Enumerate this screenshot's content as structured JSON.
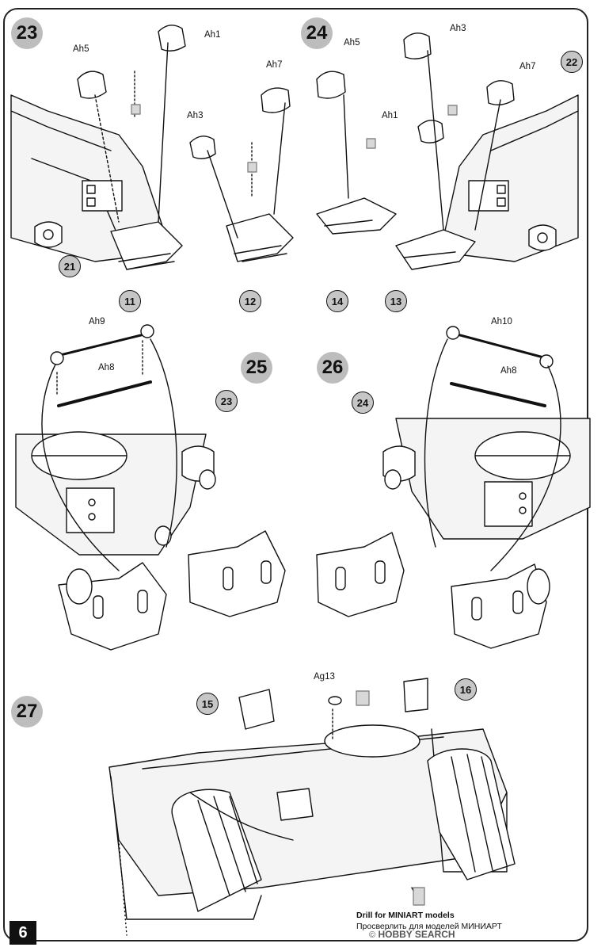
{
  "page_number": "6",
  "steps": [
    "23",
    "24",
    "25",
    "26",
    "27"
  ],
  "step23": {
    "part_labels": [
      "Ah1",
      "Ah5",
      "Ah7",
      "Ah3"
    ],
    "callouts": [
      "21",
      "11",
      "12"
    ]
  },
  "step24": {
    "part_labels": [
      "Ah3",
      "Ah5",
      "Ah7",
      "Ah1"
    ],
    "callouts": [
      "22",
      "14",
      "13"
    ]
  },
  "step25": {
    "part_labels": [
      "Ah9",
      "Ah8"
    ],
    "callouts": [
      "23"
    ]
  },
  "step26": {
    "part_labels": [
      "Ah10",
      "Ah8"
    ],
    "callouts": [
      "24"
    ]
  },
  "step27": {
    "part_labels": [
      "Ag13"
    ],
    "callouts": [
      "15",
      "16"
    ],
    "drill_note": {
      "en": "Drill for MINIART models",
      "ru": "Просверлить для моделей МИНИАРТ"
    }
  },
  "watermark": {
    "brand": "HOBBY SEARCH",
    "copyright": "©"
  }
}
